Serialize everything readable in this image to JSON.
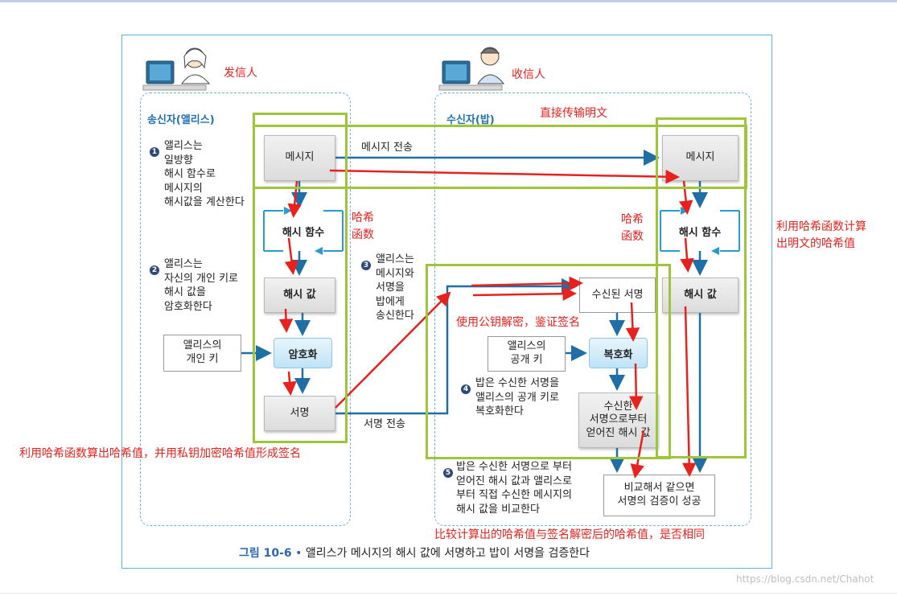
{
  "annotations": {
    "sender_cn": "发信人",
    "receiver_cn": "收信人",
    "plaintext_direct": "直接传输明文",
    "hash_func_left": "哈希\n函数",
    "hash_func_right": "哈希\n函数",
    "compute_hash_right": "利用哈希函数计算\n出明文的哈希值",
    "decrypt_verify": "使用公钥解密，鉴证签名",
    "sign_left": "利用哈希函数算出哈希值，并用私钥加密哈希值形成签名",
    "compare_bottom": "比较计算出的哈希值与签名解密后的哈希值，是否相同"
  },
  "sender": {
    "title": "송신자(앨리스)",
    "step1": "앨리스는\n일방향\n해시 함수로\n메시지의\n해시값을 계산한다",
    "step2": "앨리스는\n자신의 개인 키로\n해시 값을\n암호화한다",
    "message": "메시지",
    "hash_function": "해시 함수",
    "hash_value": "해시 값",
    "private_key": "앨리스의\n개인 키",
    "encrypt": "암호화",
    "signature": "서명"
  },
  "receiver": {
    "title": "수신자(밥)",
    "message": "메시지",
    "hash_function": "해시 함수",
    "hash_value": "해시 값",
    "received_signature": "수신된 서명",
    "public_key": "앨리스의\n공개 키",
    "decrypt": "복호화",
    "decrypted_hash": "수신한\n서명으로부터\n얻어진 해시 값",
    "compare": "비교해서 같으면\n서명의 검증이 성공",
    "step4": "밥은 수신한 서명을\n앨리스의 공개 키로\n복호화한다",
    "step5": "밥은 수신한 서명으로 부터\n얻어진 해시 값과 앨리스로\n부터 직접 수신한 메시지의\n해시 값을 비교한다"
  },
  "middle": {
    "message_send": "메시지 전송",
    "signature_send": "서명 전송",
    "step3": "앨리스는\n메시지와\n서명을\n밥에게\n송신한다"
  },
  "step_numbers": [
    "1",
    "2",
    "3",
    "4",
    "5"
  ],
  "caption": {
    "label": "그림 10-6",
    "text": "앨리스가 메시지의 해시 값에 서명하고 밥이 서명을 검증한다"
  },
  "watermark": "https://blog.csdn.net/Chahot",
  "colors": {
    "annotation_red": "#e8211c",
    "highlight_green": "#9dc63b",
    "flow_blue": "#1f6fa6",
    "frame_blue": "#5fb3d9"
  }
}
